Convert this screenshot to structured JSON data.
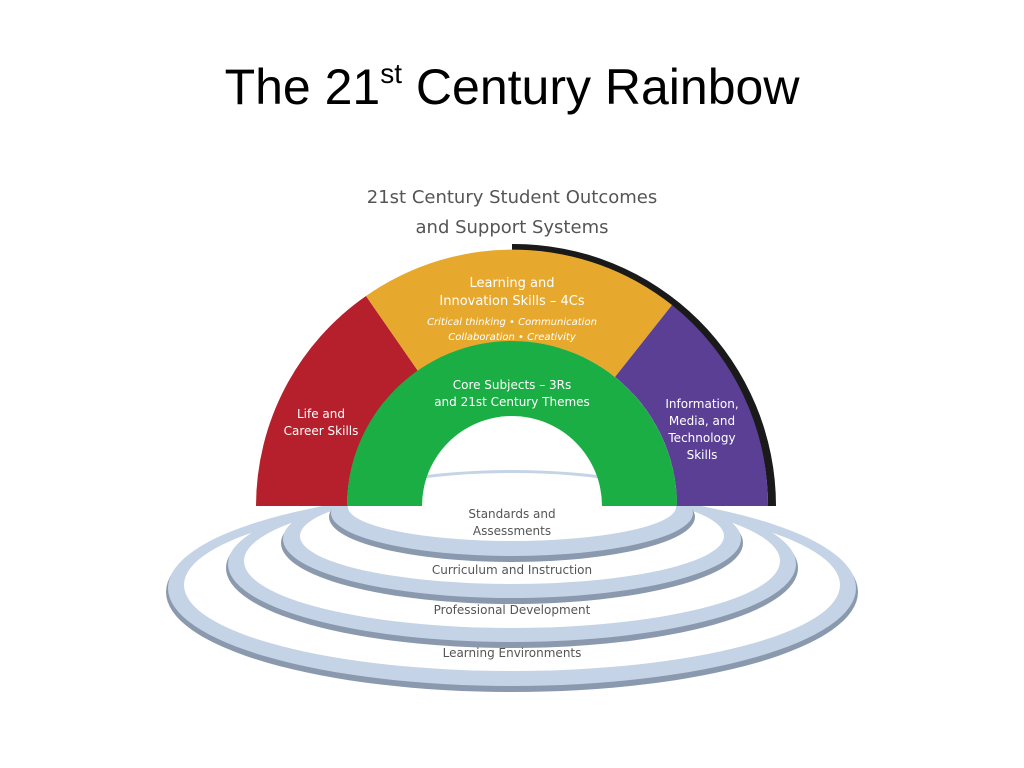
{
  "slide": {
    "title_main": "The 21",
    "title_sup": "st",
    "title_tail": " Century Rainbow"
  },
  "diagram": {
    "header_lines": [
      "21st Century Student Outcomes",
      "and Support Systems"
    ],
    "arcs": {
      "life_career": {
        "lines": [
          "Life and",
          "Career Skills"
        ],
        "color": "#B5202C"
      },
      "learning_innovation": {
        "lines": [
          "Learning and",
          "Innovation Skills – 4Cs"
        ],
        "sub_lines": [
          "Critical thinking • Communication",
          "Collaboration • Creativity"
        ],
        "color": "#E6A92E"
      },
      "information_media": {
        "lines": [
          "Information,",
          "Media, and",
          "Technology",
          "Skills"
        ],
        "color": "#5B3F94"
      },
      "core_subjects": {
        "lines": [
          "Core Subjects – 3Rs",
          "and 21st Century Themes"
        ],
        "color": "#1BAE45"
      }
    },
    "rings": {
      "standards": [
        "Standards and",
        "Assessments"
      ],
      "curriculum": "Curriculum and Instruction",
      "professional": "Professional Development",
      "environments": "Learning Environments",
      "ring_color": "#C5D3E6"
    }
  }
}
